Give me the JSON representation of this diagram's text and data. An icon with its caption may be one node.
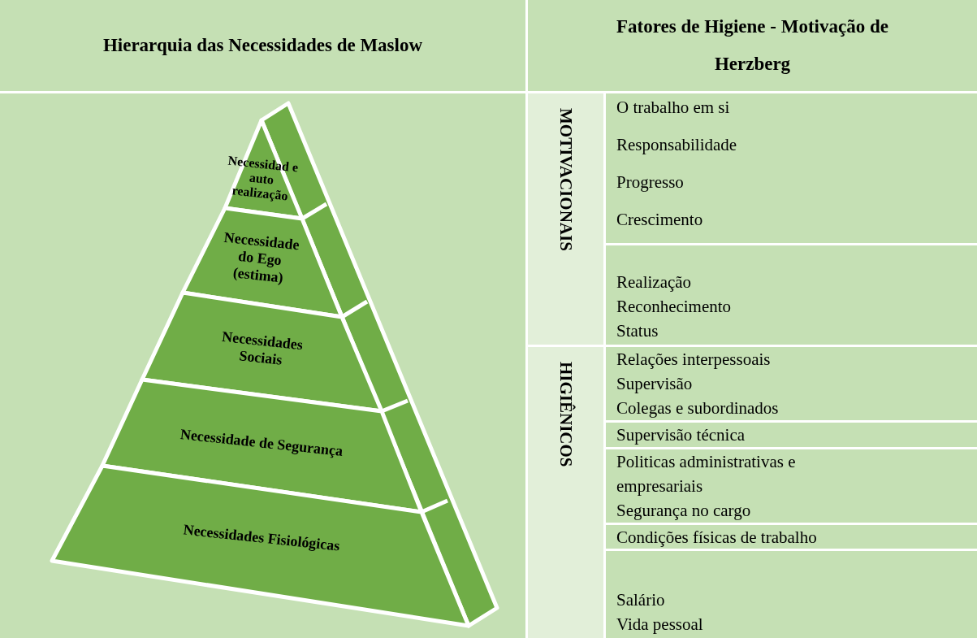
{
  "diagram": {
    "nodes": [
      {
        "text": [
          "Necessidad e auto realização"
        ]
      },
      {
        "text": [
          "Necessidade do Ego (estima)"
        ]
      },
      {
        "text": [
          "Necessidades Sociais"
        ]
      },
      {
        "text": [
          "Necessidade de Segurança"
        ]
      },
      {
        "text": [
          "Necessidades Fisiológicas"
        ]
      }
    ],
    "edges": [],
    "labels": [
      "Hierarquia das Necessidades de Maslow",
      "Fatores de Higiene - Motivação de Herzberg",
      "MOTIVACIONAIS",
      "O trabalho em si",
      "Responsabilidade",
      "Progresso",
      "Crescimento",
      "Realização",
      "Reconhecimento",
      "Status",
      "HIGIÊNICOS",
      "Relações interpessoais",
      "Supervisão",
      "Colegas e subordinados",
      "Supervisão técnica",
      "Politicas administrativas e empresariais",
      "Segurança no cargo",
      "Condições físicas de trabalho",
      "Salário",
      "Vida pessoal"
    ]
  }
}
